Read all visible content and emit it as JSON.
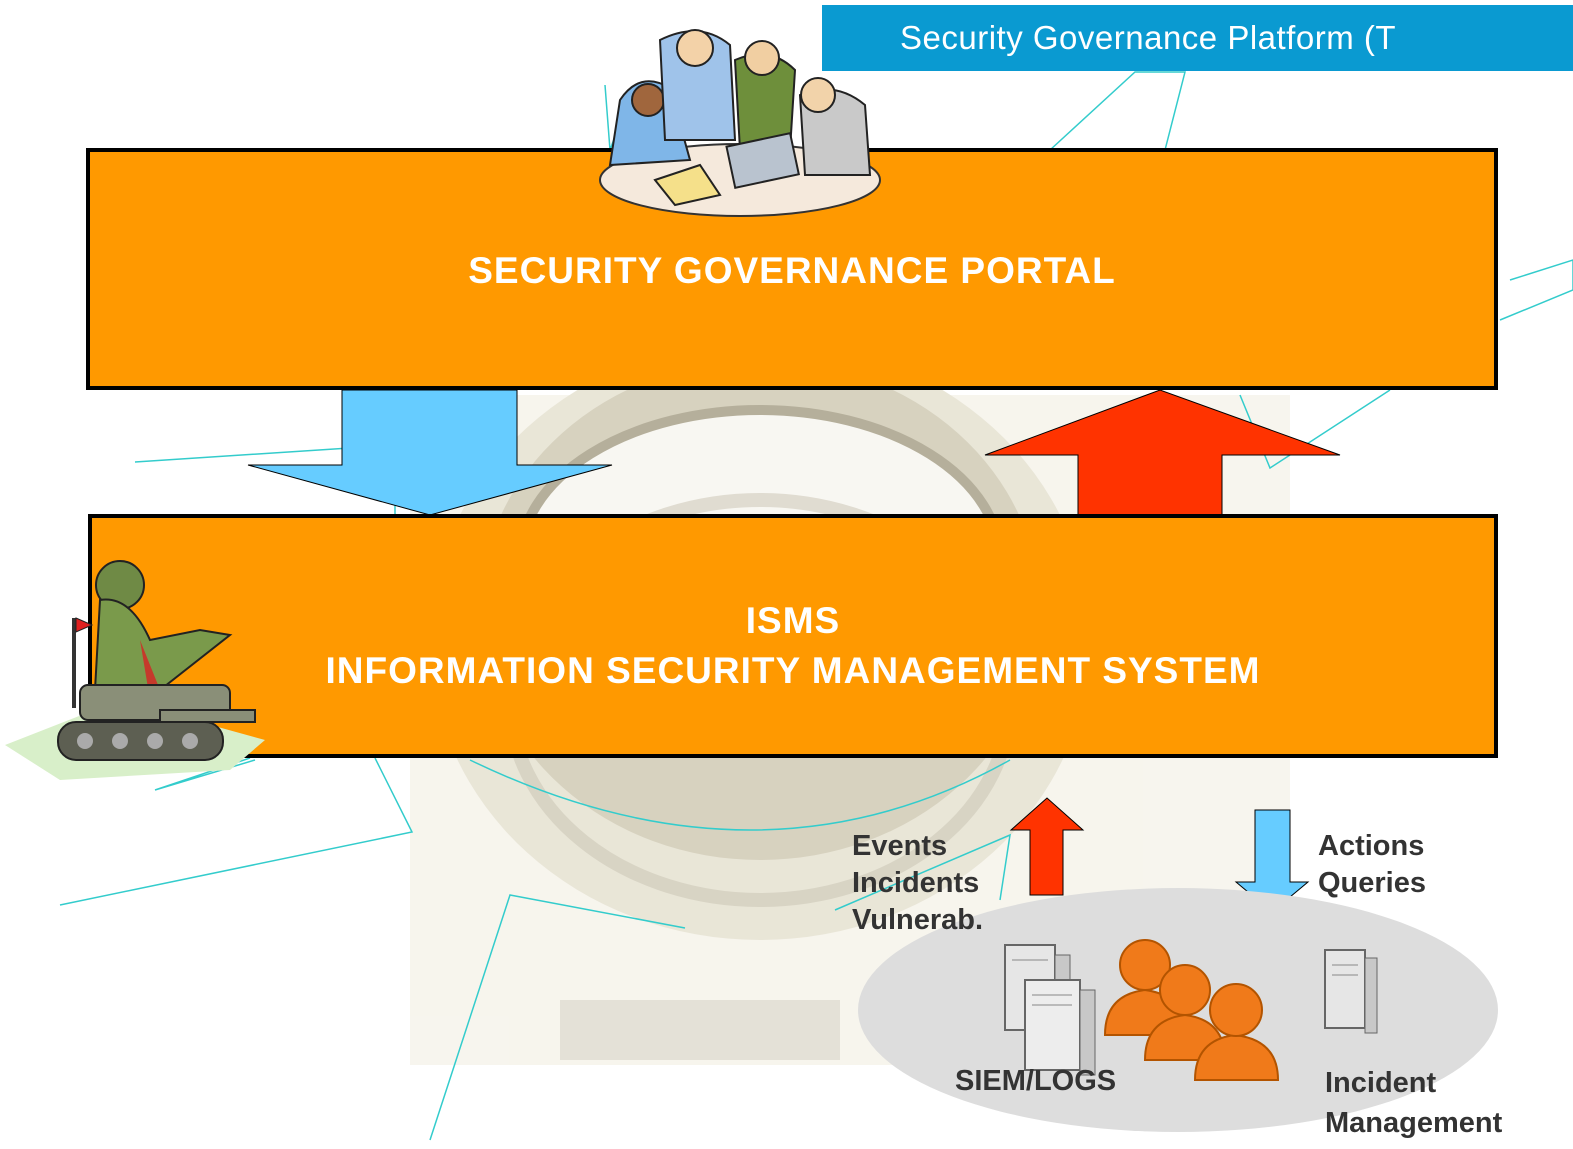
{
  "header": {
    "title": "Security Governance Platform (T"
  },
  "portal": {
    "title": "SECURITY GOVERNANCE PORTAL"
  },
  "isms": {
    "title": "ISMS",
    "subtitle": "INFORMATION SECURITY MANAGEMENT SYSTEM"
  },
  "inbound": {
    "lines": [
      "Events",
      "Incidents",
      "Vulnerab."
    ]
  },
  "outbound": {
    "lines": [
      "Actions",
      "Queries"
    ]
  },
  "sources": {
    "siem_label": "SIEM/LOGS",
    "incident_lines": [
      "Incident",
      "Management"
    ]
  },
  "colors": {
    "box_fill": "#ff9900",
    "header_fill": "#0a9ad1",
    "down_arrow": "#66ccff",
    "up_arrow": "#ff3300",
    "person": "#f07a1a",
    "server": "#dcdcdc",
    "ellipse": "#dddddd",
    "lines": "#33cccc"
  },
  "icons": {
    "team": "team-meeting-clipart-icon",
    "soldier": "soldier-tank-clipart-icon",
    "compass": "compass-watermark-icon",
    "servers": "server-tower-icon",
    "people": "user-group-icon"
  }
}
